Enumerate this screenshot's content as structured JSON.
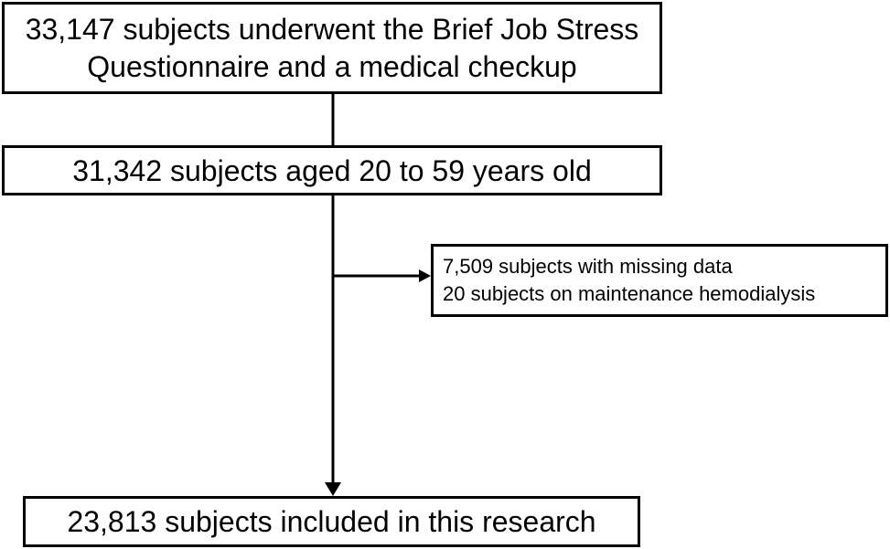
{
  "flowchart": {
    "start_box": {
      "lines": [
        "33,147 subjects underwent the Brief Job Stress",
        "Questionnaire and a medical checkup"
      ]
    },
    "age_box": {
      "text": "31,342 subjects aged 20 to 59 years old"
    },
    "excluded_box": {
      "lines": [
        "7,509 subjects with missing data",
        "20 subjects on maintenance hemodialysis"
      ]
    },
    "final_box": {
      "text": "23,813 subjects included in this research"
    }
  }
}
